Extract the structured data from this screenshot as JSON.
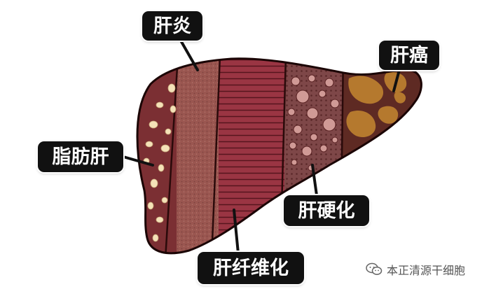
{
  "labels": {
    "hepatitis": "肝炎",
    "liver_cancer": "肝癌",
    "fatty_liver": "脂肪肝",
    "cirrhosis": "肝硬化",
    "fibrosis": "肝纤维化"
  },
  "watermark": {
    "text": "本正清源干细胞",
    "icon": "wechat-icon"
  },
  "colors": {
    "label_bg": "#111111",
    "label_text": "#ffffff",
    "liver_dark": "#7a2a2a",
    "fat_spots": "#f4e2b8",
    "cancer_patches": "#b5792e"
  }
}
